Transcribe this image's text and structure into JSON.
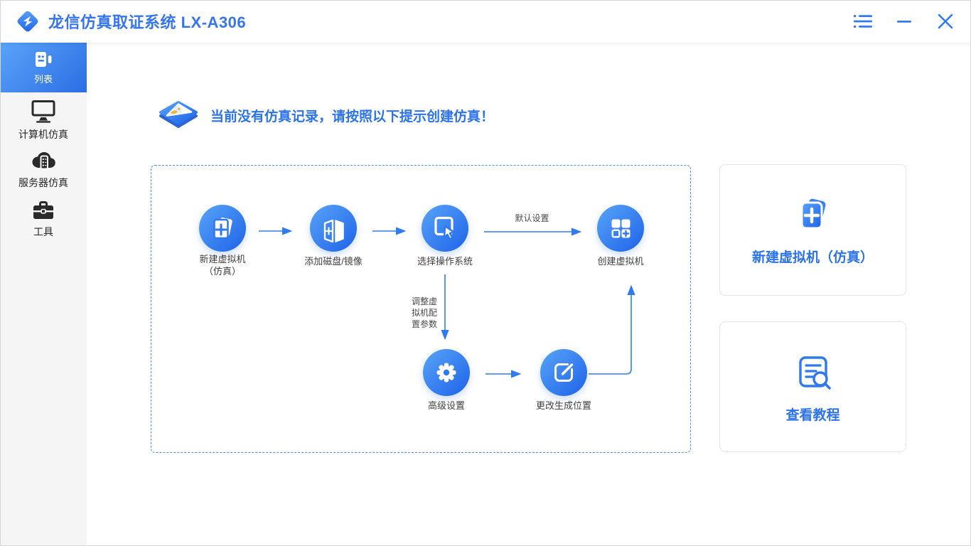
{
  "window": {
    "title": "龙信仿真取证系统 LX-A306",
    "controls": {
      "menu_icon": "list-menu-icon",
      "minimize_icon": "minimize-icon",
      "close_icon": "close-icon"
    }
  },
  "sidebar": {
    "items": [
      {
        "label": "列表",
        "icon": "list-icon",
        "active": true
      },
      {
        "label": "计算机仿真",
        "icon": "computer-icon",
        "active": false
      },
      {
        "label": "服务器仿真",
        "icon": "server-cloud-icon",
        "active": false
      },
      {
        "label": "工具",
        "icon": "toolbox-icon",
        "active": false
      }
    ]
  },
  "main": {
    "banner": {
      "icon": "empty-tray-icon",
      "message": "当前没有仿真记录，请按照以下提示创建仿真！"
    },
    "flow": {
      "nodes": [
        {
          "id": "new-vm",
          "label": "新建虚拟机",
          "label2": "（仿真）",
          "icon": "new-vm-icon"
        },
        {
          "id": "add-disk",
          "label": "添加磁盘/镜像",
          "icon": "add-disk-icon"
        },
        {
          "id": "select-os",
          "label": "选择操作系统",
          "icon": "select-os-icon"
        },
        {
          "id": "create-vm",
          "label": "创建虚拟机",
          "icon": "create-vm-icon"
        },
        {
          "id": "advanced-settings",
          "label": "高级设置",
          "icon": "gear-icon"
        },
        {
          "id": "change-location",
          "label": "更改生成位置",
          "icon": "edit-icon"
        }
      ],
      "edge_labels": {
        "default_settings": "默认设置",
        "adjust_line1": "调整虚",
        "adjust_line2": "拟机配",
        "adjust_line3": "置参数"
      }
    },
    "cards": [
      {
        "label": "新建虚拟机（仿真）",
        "icon": "new-vm-card-icon"
      },
      {
        "label": "查看教程",
        "icon": "tutorial-icon"
      }
    ]
  },
  "colors": {
    "primary_blue": "#2E74F0",
    "title_blue": "#3575F0",
    "circle_gradient_start": "#58A3F8",
    "circle_gradient_end": "#1E63E9",
    "arrow_blue": "#2E7CF0",
    "dashed_border": "#4C8CF5",
    "sidebar_bg": "#F5F5F6",
    "sidebar_active_gradient_start": "#5AA4F8",
    "sidebar_active_gradient_end": "#2B6EE5",
    "node_label_gray": "#404040",
    "accent_yellow": "#F2B63C"
  }
}
